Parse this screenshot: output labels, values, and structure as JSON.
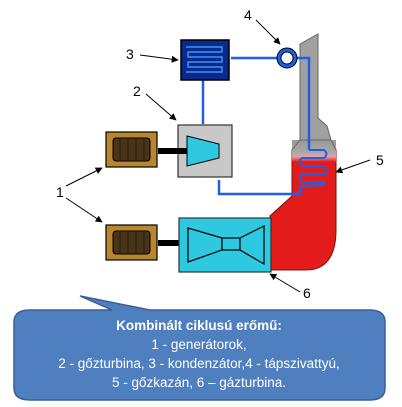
{
  "labels": {
    "n1": "1",
    "n2": "2",
    "n3": "3",
    "n4": "4",
    "n5": "5",
    "n6": "6"
  },
  "callout": {
    "title": "Kombinált ciklusú erőmű:",
    "line1": "1 - generátorok,",
    "line2": "2 - gőzturbina, 3 - kondenzátor,4 - tápszivattyú,",
    "line3": "5 - gőzkazán, 6 – gázturbina."
  },
  "colors": {
    "generator": "#b8862f",
    "turbine": "#2ec8e0",
    "condenser": "#0a2a8a",
    "boiler": "#e41b1b",
    "chimney": "#a0a0a0",
    "pipe": "#1f5fe8",
    "callout": "#4f7fbf"
  }
}
